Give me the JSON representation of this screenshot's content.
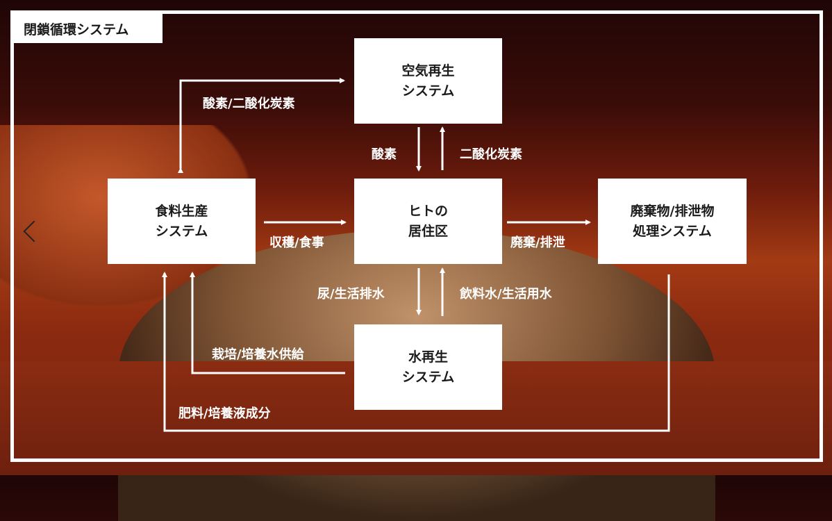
{
  "title": "閉鎖循環システム",
  "boxes": {
    "air": [
      "空気再生",
      "システム"
    ],
    "food": [
      "食料生産",
      "システム"
    ],
    "human": [
      "ヒトの",
      "居住区"
    ],
    "waste": [
      "廃棄物/排泄物",
      "処理システム"
    ],
    "water": [
      "水再生",
      "システム"
    ]
  },
  "labels": {
    "food_air": "酸素/二酸化炭素",
    "air_to_human": "酸素",
    "human_to_air": "二酸化炭素",
    "food_to_human": "収穫/食事",
    "human_to_waste": "廃棄/排泄",
    "human_to_water": "尿/生活排水",
    "water_to_human": "飲料水/生活用水",
    "water_to_food": "栽培/培養水供給",
    "waste_to_food": "肥料/培養液成分"
  }
}
